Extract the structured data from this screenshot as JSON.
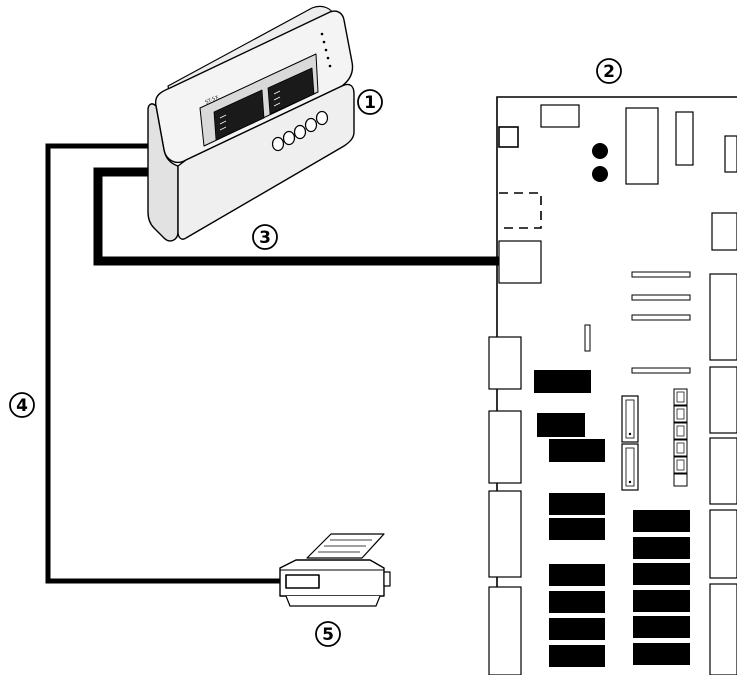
{
  "diagram": {
    "callouts": [
      {
        "id": "1",
        "text": "1"
      },
      {
        "id": "2",
        "text": "2"
      },
      {
        "id": "3",
        "text": "3"
      },
      {
        "id": "4",
        "text": "4"
      },
      {
        "id": "5",
        "text": "5"
      }
    ],
    "controller_display_label": "ST-5X",
    "colors": {
      "line": "#000000",
      "device_body": "#f2f2f2",
      "device_face": "#dcdcdc",
      "background": "#ffffff"
    }
  }
}
